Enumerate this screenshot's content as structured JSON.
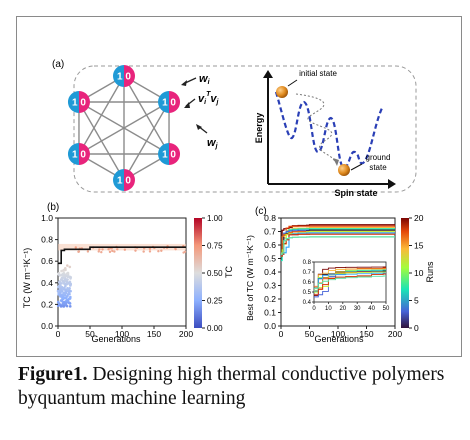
{
  "figure": {
    "panel_a": {
      "label": "(a)",
      "node_label": "1 0",
      "annotations": {
        "w_i": "w",
        "w_i_sub": "i",
        "v_i": "v",
        "v_i_sub": "i",
        "v_T": "T",
        "v_j": "v",
        "v_j_sub": "j",
        "w_j": "w",
        "w_j_sub": "j"
      },
      "energy_axis": "Energy",
      "spin_axis": "Spin state",
      "initial_state": "initial state",
      "ground_state_line1": "ground",
      "ground_state_line2": "state",
      "colors": {
        "pink": "#e8247c",
        "blue": "#1f9ad6",
        "curve": "#2a3fb6",
        "ball": "#e08a1e"
      }
    },
    "panel_b": {
      "label": "(b)",
      "colorbar_label": "TC"
    },
    "panel_c": {
      "label": "(c)",
      "colorbar_label": "Runs"
    }
  },
  "caption": {
    "bold": "Figure1.",
    "text": " Designing high thermal conductive polymers byquantum machine learning"
  },
  "chart_data": [
    {
      "panel": "(b)",
      "type": "scatter",
      "xlabel": "Generations",
      "ylabel": "TC (W m⁻¹K⁻¹)",
      "xlim": [
        0,
        200
      ],
      "ylim": [
        0.0,
        1.0
      ],
      "xticks": [
        "0",
        "50",
        "100",
        "150",
        "200"
      ],
      "yticks": [
        "0.0",
        "0.2",
        "0.4",
        "0.6",
        "0.8",
        "1.0"
      ],
      "best_line": {
        "x": [
          0,
          5,
          10,
          45,
          50,
          200
        ],
        "y": [
          0.58,
          0.7,
          0.71,
          0.71,
          0.73,
          0.73
        ]
      },
      "colorbar": {
        "label": "TC",
        "range": [
          0.0,
          1.0
        ],
        "ticks": [
          "0.00",
          "0.25",
          "0.50",
          "0.75",
          "1.00"
        ]
      }
    },
    {
      "panel": "(c)",
      "type": "line",
      "xlabel": "Generations",
      "ylabel": "Best of TC (W m⁻¹K⁻¹)",
      "xlim": [
        0,
        200
      ],
      "ylim": [
        0.0,
        0.8
      ],
      "xticks": [
        "0",
        "50",
        "100",
        "150",
        "200"
      ],
      "yticks": [
        "0.0",
        "0.1",
        "0.2",
        "0.3",
        "0.4",
        "0.5",
        "0.6",
        "0.7",
        "0.8"
      ],
      "final_values": [
        0.75,
        0.74,
        0.73,
        0.72,
        0.72,
        0.71,
        0.71,
        0.7,
        0.7,
        0.69,
        0.68,
        0.66
      ],
      "inset": {
        "xlim": [
          0,
          50
        ],
        "ylim": [
          0.4,
          0.8
        ],
        "xticks": [
          "0",
          "10",
          "20",
          "30",
          "40",
          "50"
        ],
        "yticks": [
          "0.4",
          "0.5",
          "0.6",
          "0.7",
          "0.8"
        ]
      },
      "colorbar": {
        "label": "Runs",
        "range": [
          0,
          20
        ],
        "ticks": [
          "0",
          "5",
          "10",
          "15",
          "20"
        ]
      }
    }
  ]
}
